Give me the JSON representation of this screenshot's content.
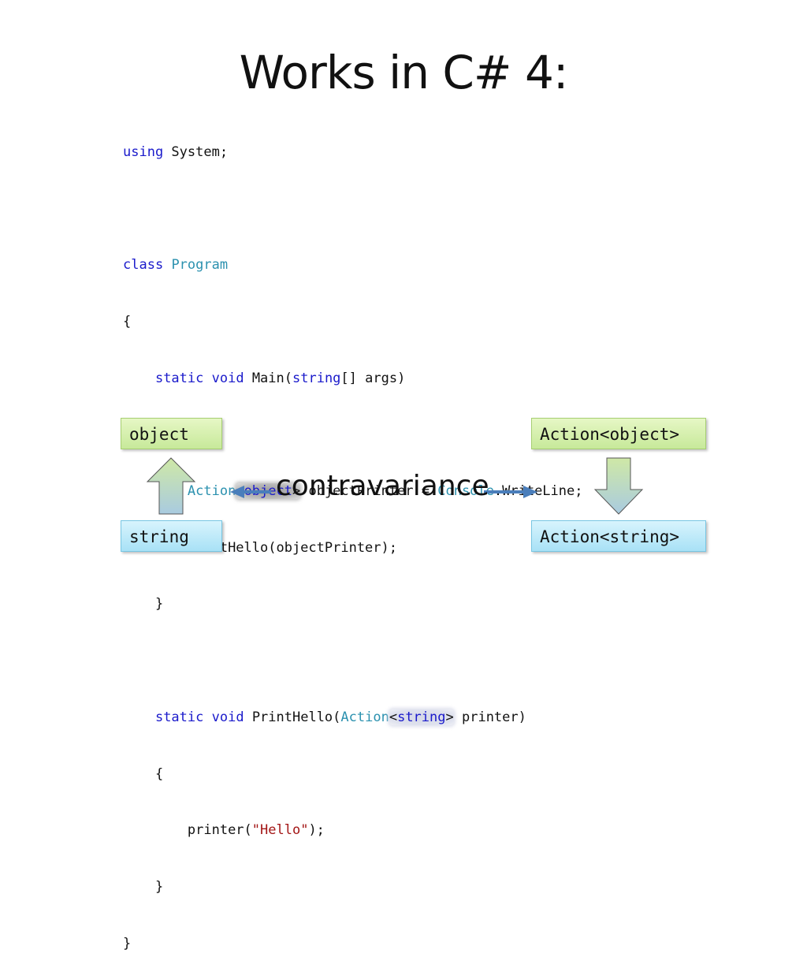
{
  "title": "Works in C# 4:",
  "code": {
    "l1_kw": "using",
    "l1_rest": " System;",
    "l3_kw": "class",
    "l3_type": "Program",
    "l4": "{",
    "l5_kw1": "static",
    "l5_kw2": "void",
    "l5_a": " Main(",
    "l5_kw3": "string",
    "l5_b": "[] args)",
    "l6": "{",
    "l7_type": "Action",
    "l7_lt": "<",
    "l7_obj": "object",
    "l7_gt": ">",
    "l7_rest": " objectPrinter = ",
    "l7_type2": "Console",
    "l7_end": ".WriteLine;",
    "l8": "PrintHello(objectPrinter);",
    "l9": "}",
    "l11_kw1": "static",
    "l11_kw2": "void",
    "l11_a": " PrintHello(",
    "l11_type": "Action",
    "l11_lt": "<",
    "l11_str": "string",
    "l11_gt": ">",
    "l11_b": " printer)",
    "l12": "{",
    "l13_a": "printer(",
    "l13_str": "\"Hello\"",
    "l13_b": ");",
    "l14": "}",
    "l15": "}"
  },
  "diagram": {
    "box_object": "object",
    "box_string": "string",
    "box_action_object": "Action<object>",
    "box_action_string": "Action<string>",
    "label": "contravariance"
  },
  "colors": {
    "keyword": "#1a1acb",
    "type": "#2b91af",
    "string_literal": "#a31515",
    "arrow_blue": "#4a7ebb"
  }
}
